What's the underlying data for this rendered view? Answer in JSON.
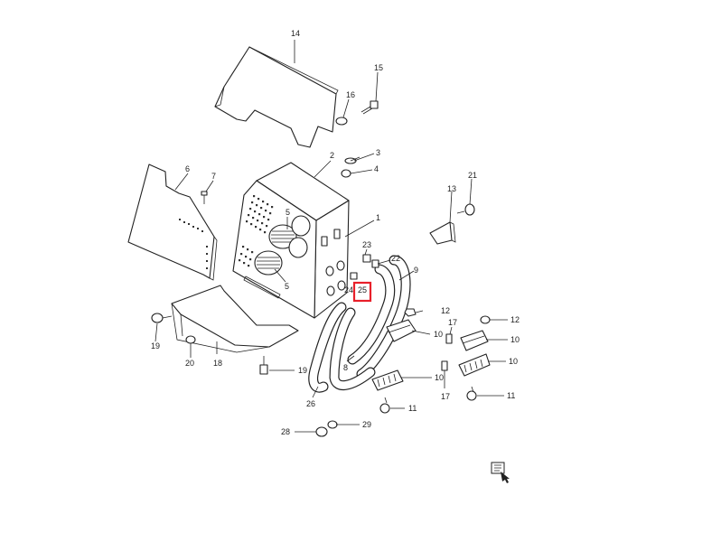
{
  "diagram": {
    "callouts": [
      "14",
      "15",
      "16",
      "2",
      "3",
      "4",
      "6",
      "7",
      "1",
      "5",
      "5",
      "13",
      "21",
      "23",
      "22",
      "9",
      "24",
      "25",
      "12",
      "17",
      "12",
      "10",
      "10",
      "10",
      "10",
      "8",
      "19",
      "20",
      "18",
      "19",
      "17",
      "11",
      "26",
      "11",
      "28",
      "29"
    ],
    "highlight": {
      "label": "25",
      "color": "#e8202a"
    },
    "next_page_icon": "next-page-icon"
  }
}
